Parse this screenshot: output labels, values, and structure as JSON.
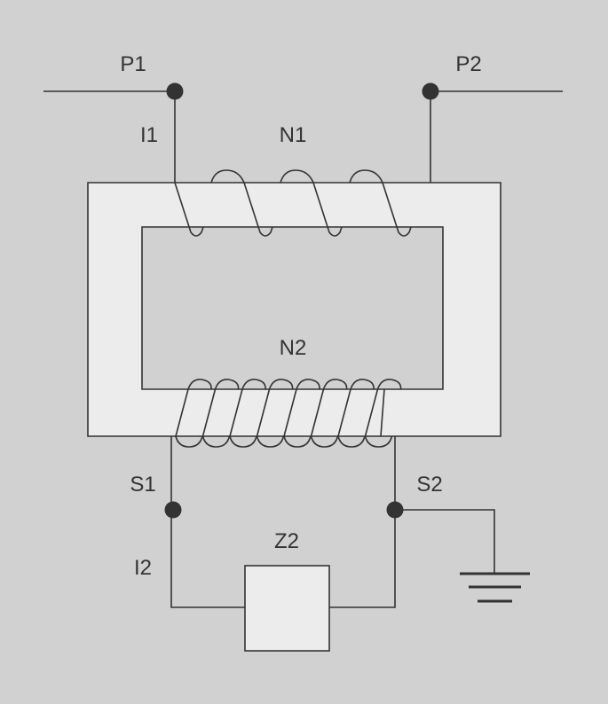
{
  "labels": {
    "p1": "P1",
    "p2": "P2",
    "i1": "I1",
    "n1": "N1",
    "n2": "N2",
    "s1": "S1",
    "s2": "S2",
    "i2": "I2",
    "z2": "Z2"
  },
  "winding_turns": {
    "primary": 4,
    "secondary": 8
  },
  "colors": {
    "background": "#d1d1d1",
    "core_fill": "#ececec",
    "line": "#333333",
    "terminal": "#333333",
    "impedance_fill": "#ececec"
  }
}
